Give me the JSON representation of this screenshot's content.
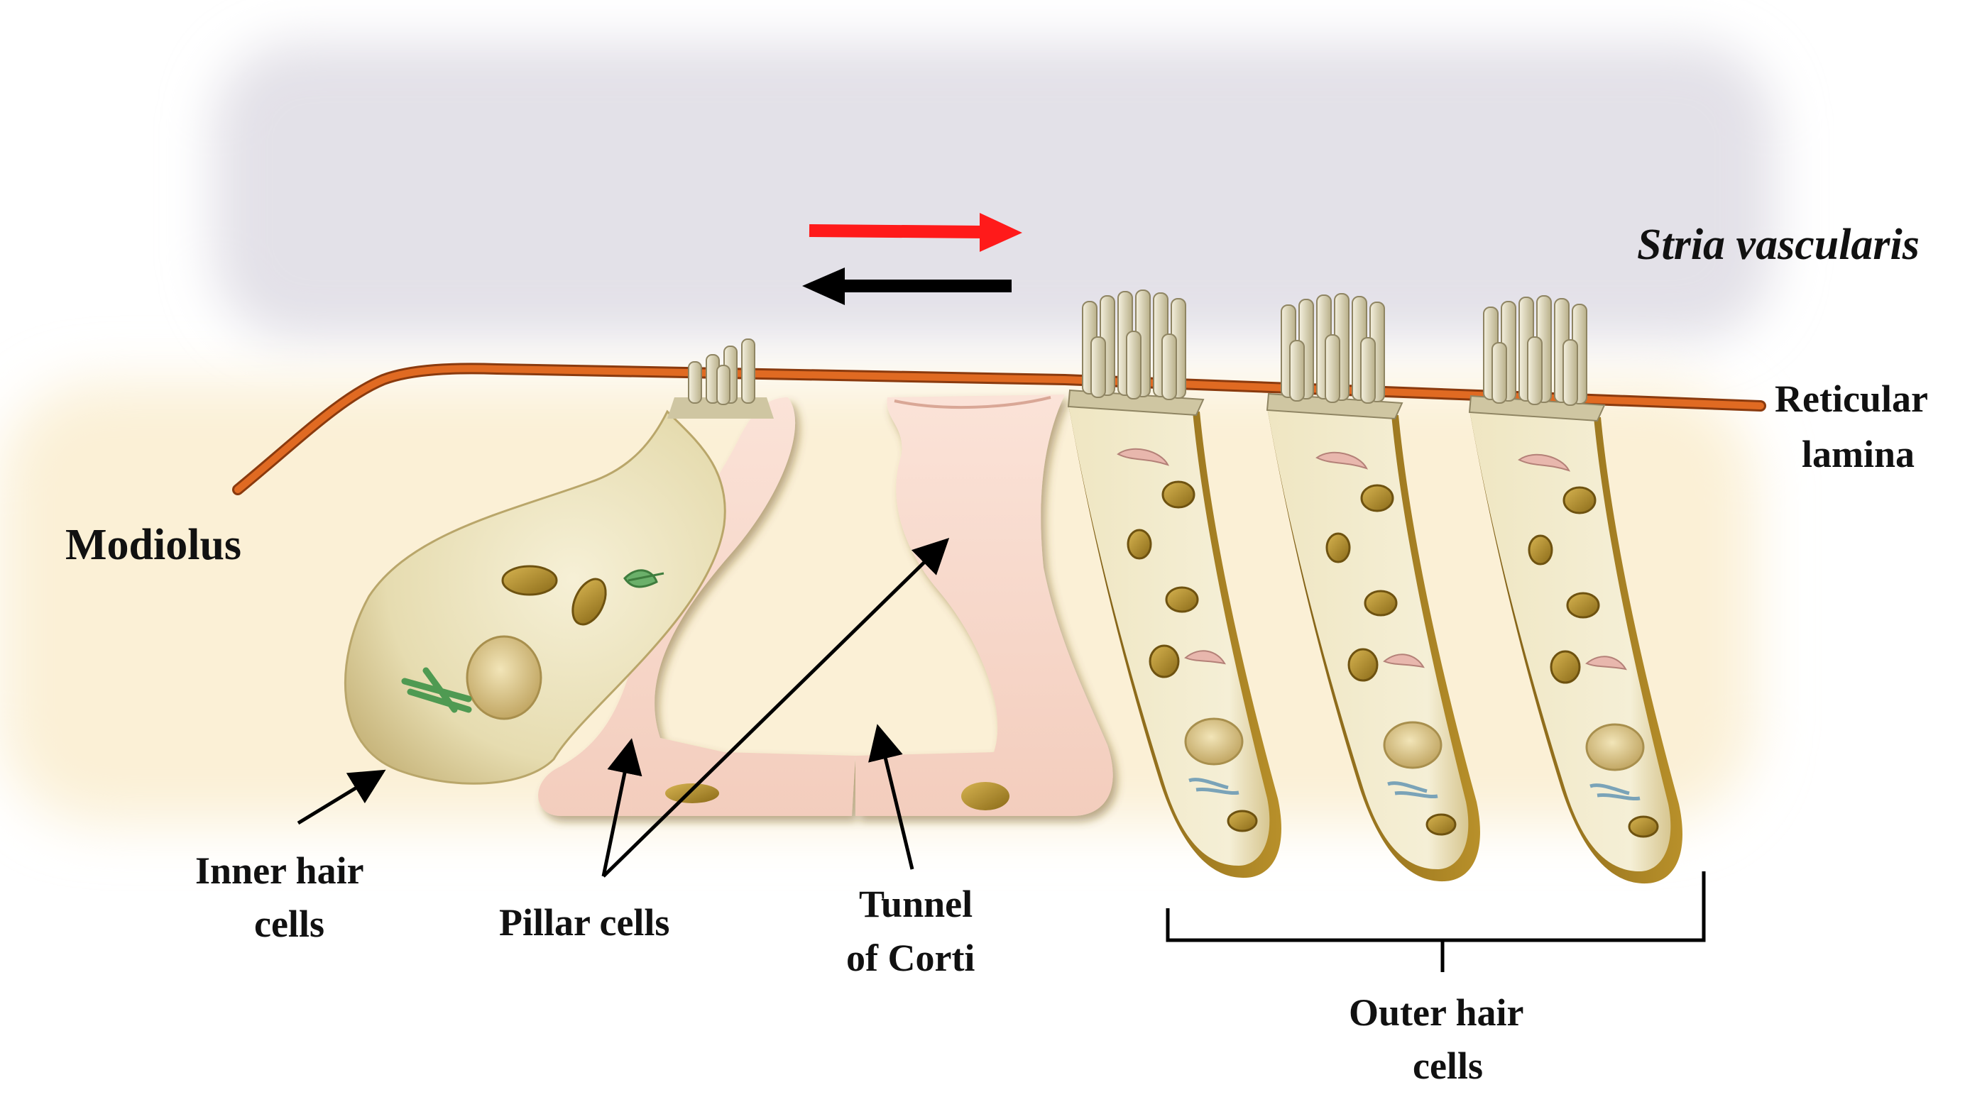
{
  "labels": {
    "stria_vascularis": "Stria vascularis",
    "reticular_lamina_1": "Reticular",
    "reticular_lamina_2": "lamina",
    "modiolus": "Modiolus",
    "inner_hair_cells_1": "Inner hair",
    "inner_hair_cells_2": "cells",
    "pillar_cells": "Pillar cells",
    "tunnel_of_corti_1": "Tunnel",
    "tunnel_of_corti_2": "of Corti",
    "outer_hair_cells_1": "Outer hair",
    "outer_hair_cells_2": "cells"
  },
  "colors": {
    "stria_band": "#e6e4ea",
    "tissue_band": "#fbf2dc",
    "reticular_lamina": "#d8621e",
    "pillar_cell": "#f8d9cc",
    "hair_cell_body": "#e9dfb8",
    "hair_cell_edge": "#a8862c",
    "stereocilia": "#dcd6bf",
    "organelle": "#b8902a",
    "arrow_red": "#ff1a1a",
    "arrow_black": "#000000"
  },
  "icons": {
    "outer_hair_cell_icon": "outer-hair-cell",
    "inner_hair_cell_icon": "inner-hair-cell",
    "pillar_cell_icon": "pillar-cell"
  }
}
